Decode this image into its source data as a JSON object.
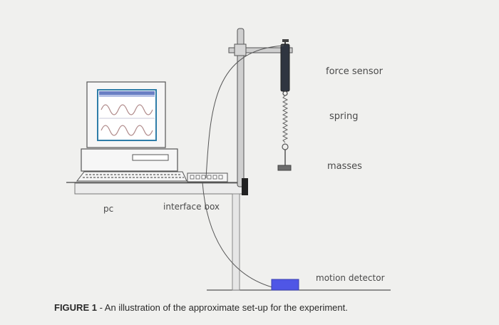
{
  "labels": {
    "force_sensor": "force sensor",
    "spring": "spring",
    "masses": "masses",
    "pc": "pc",
    "interface_box": "interface box",
    "motion_detector": "motion detector"
  },
  "caption": {
    "prefix": "FIGURE 1",
    "text": " - An illustration of the approximate set-up for the experiment."
  },
  "colors": {
    "stand": "#c8c8c8",
    "sensor": "#2f3540",
    "motion_detector": "#4f56e6",
    "screen_frame": "#2e7da8",
    "waveform": "#b08a8a"
  }
}
